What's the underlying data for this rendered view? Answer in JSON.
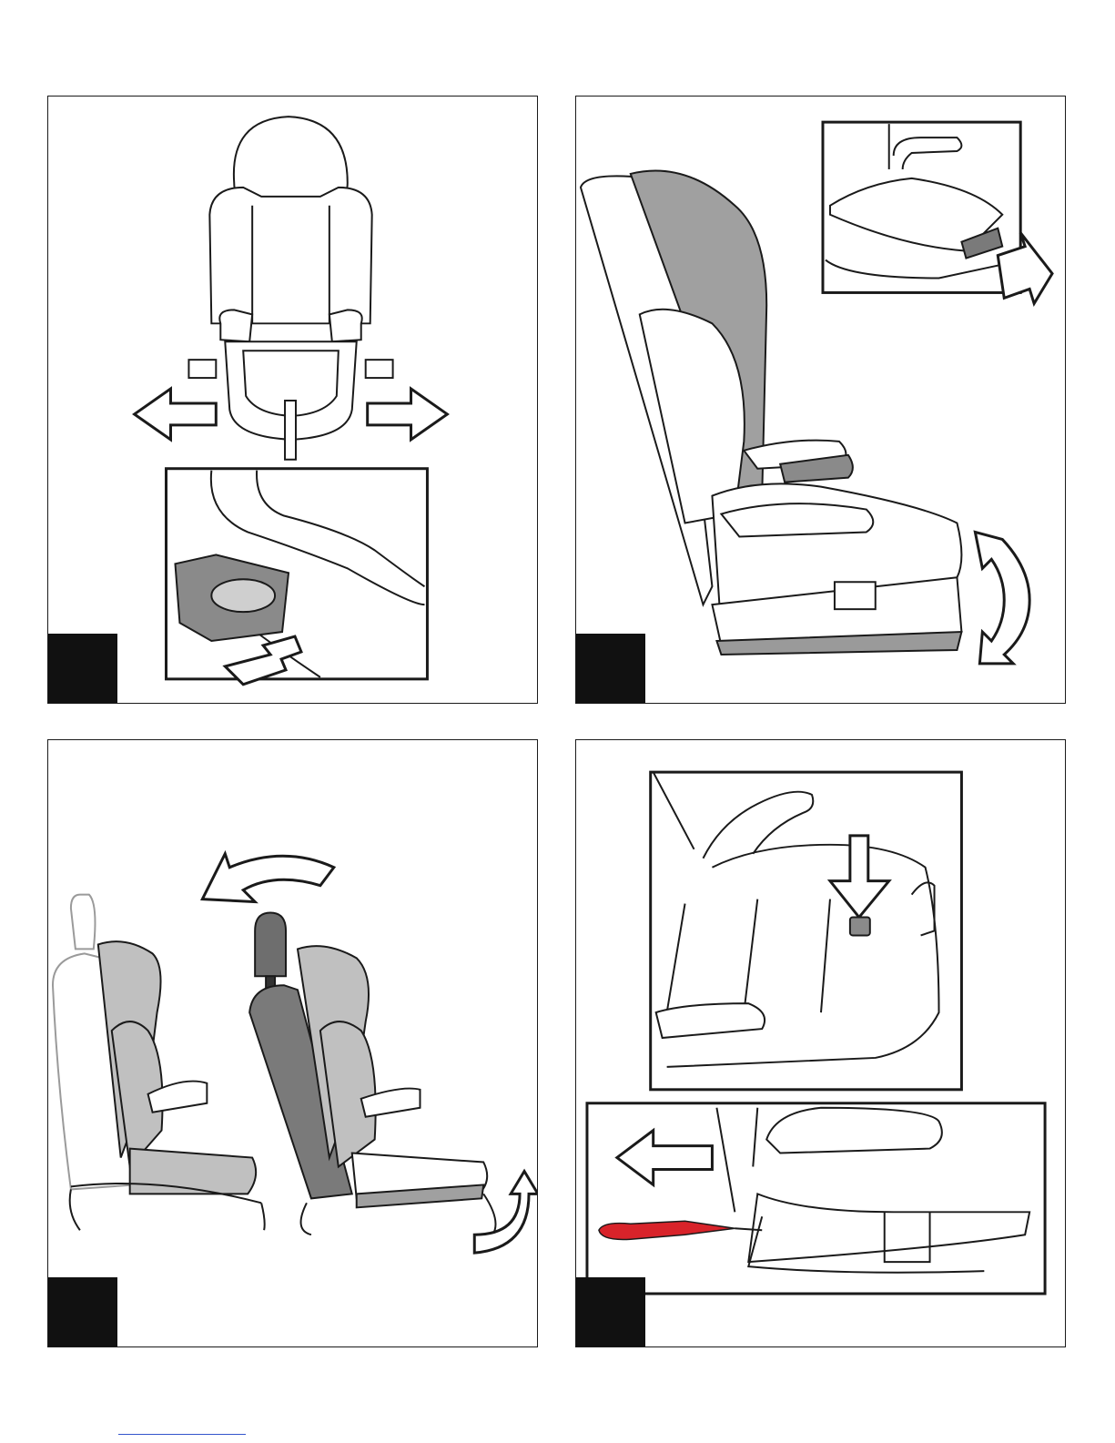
{
  "panels": [
    {
      "id": "p1",
      "step_badge": "",
      "illustration": "booster-seat-front-cup-holders-out"
    },
    {
      "id": "p2",
      "step_badge": "",
      "illustration": "booster-seat-side-recline-adjust"
    },
    {
      "id": "p3",
      "step_badge": "",
      "illustration": "booster-seat-on-vehicle-seat-headrest-removed"
    },
    {
      "id": "p4",
      "step_badge": "",
      "illustration": "booster-seat-latch-strap-release"
    }
  ],
  "colors": {
    "line": "#1a1a1a",
    "grey": "#9a9a9a",
    "dark_grey": "#6e6e6e",
    "light_grey": "#c8c8c8",
    "strap_red": "#d8232a",
    "link_blue": "#3355cc"
  },
  "footer": {
    "link_text": ""
  }
}
